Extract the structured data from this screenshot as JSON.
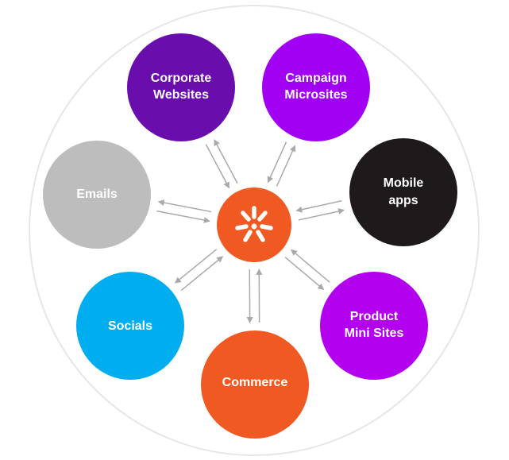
{
  "diagram": {
    "hub": {
      "name": "hub-logo",
      "color": "#F05A22",
      "icon": "asterisk-logo-icon"
    },
    "nodes": [
      {
        "id": "corporate-websites",
        "lines": [
          "Corporate",
          "Websites"
        ],
        "color": "#6A0DAD"
      },
      {
        "id": "campaign-microsites",
        "lines": [
          "Campaign",
          "Microsites"
        ],
        "color": "#A100F2"
      },
      {
        "id": "mobile-apps",
        "lines": [
          "Mobile",
          "apps"
        ],
        "color": "#1E1A1C"
      },
      {
        "id": "product-mini-sites",
        "lines": [
          "Product",
          "Mini Sites"
        ],
        "color": "#B300EE"
      },
      {
        "id": "commerce",
        "lines": [
          "Commerce"
        ],
        "color": "#F05A22"
      },
      {
        "id": "socials",
        "lines": [
          "Socials"
        ],
        "color": "#00AEEF"
      },
      {
        "id": "emails",
        "lines": [
          "Emails"
        ],
        "color": "#BDBDBD"
      }
    ],
    "colors": {
      "outer_ring": "#E6E6E6",
      "arrows": "#A9A9A9",
      "label_text": "#FFFFFF"
    }
  }
}
